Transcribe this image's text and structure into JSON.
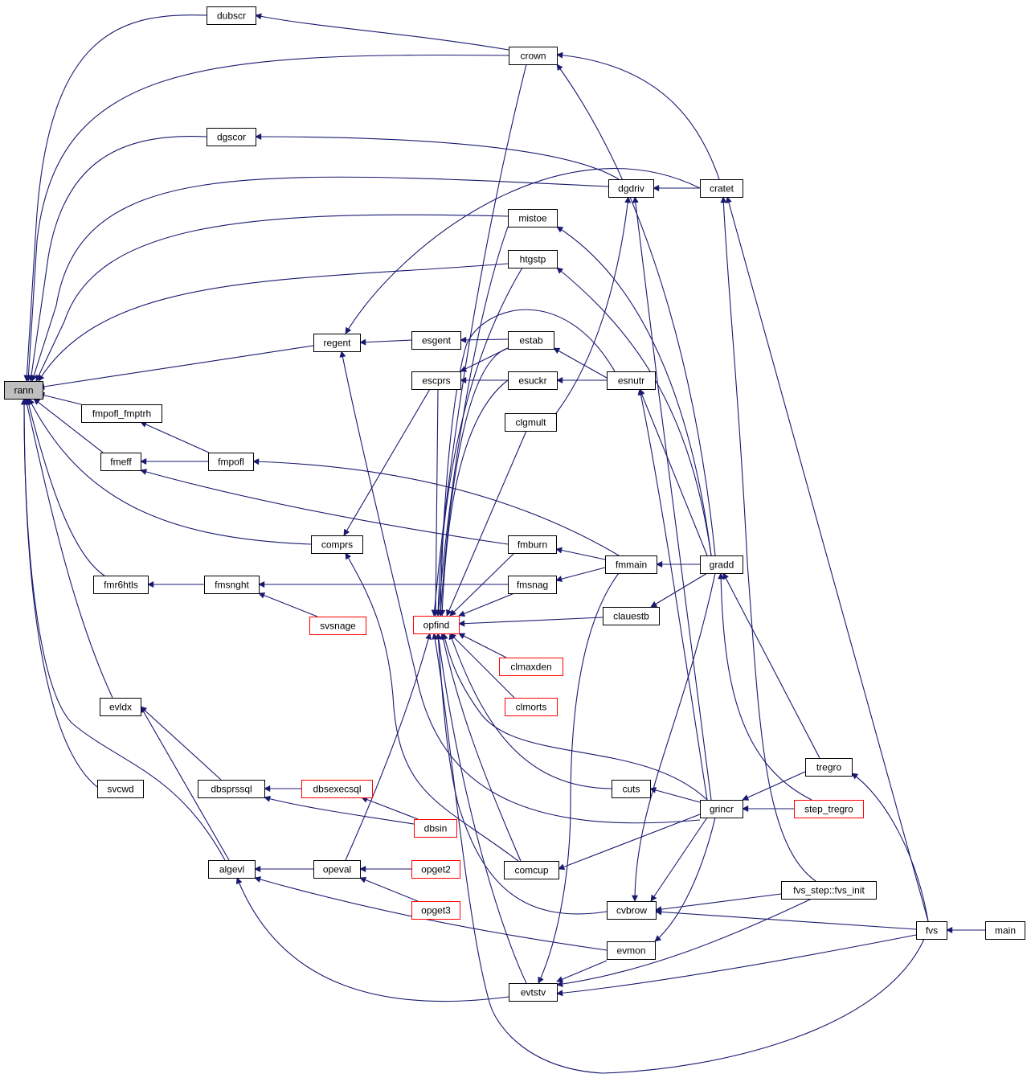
{
  "colors": {
    "edge": "#191970",
    "node_border": "#000000",
    "node_border_truncated": "#ff0000",
    "node_fill": "#ffffff",
    "focus_fill": "#bfbfbf"
  },
  "nodes": [
    {
      "id": "rann",
      "label": "rann",
      "focus": true
    },
    {
      "id": "dubscr",
      "label": "dubscr"
    },
    {
      "id": "crown",
      "label": "crown"
    },
    {
      "id": "dgscor",
      "label": "dgscor"
    },
    {
      "id": "dgdriv",
      "label": "dgdriv"
    },
    {
      "id": "cratet",
      "label": "cratet"
    },
    {
      "id": "mistoe",
      "label": "mistoe"
    },
    {
      "id": "htgstp",
      "label": "htgstp"
    },
    {
      "id": "regent",
      "label": "regent"
    },
    {
      "id": "esgent",
      "label": "esgent"
    },
    {
      "id": "estab",
      "label": "estab"
    },
    {
      "id": "escprs",
      "label": "escprs"
    },
    {
      "id": "esuckr",
      "label": "esuckr"
    },
    {
      "id": "esnutr",
      "label": "esnutr"
    },
    {
      "id": "clgmult",
      "label": "clgmult"
    },
    {
      "id": "fmpofl_fmptrh",
      "label": "fmpofl_fmptrh"
    },
    {
      "id": "fmeff",
      "label": "fmeff"
    },
    {
      "id": "fmpofl",
      "label": "fmpofl"
    },
    {
      "id": "comprs",
      "label": "comprs"
    },
    {
      "id": "fmburn",
      "label": "fmburn"
    },
    {
      "id": "fmmain",
      "label": "fmmain"
    },
    {
      "id": "gradd",
      "label": "gradd"
    },
    {
      "id": "fmr6htls",
      "label": "fmr6htls"
    },
    {
      "id": "fmsnght",
      "label": "fmsnght"
    },
    {
      "id": "fmsnag",
      "label": "fmsnag"
    },
    {
      "id": "svsnage",
      "label": "svsnage",
      "truncated": true
    },
    {
      "id": "opfind",
      "label": "opfind",
      "truncated": true
    },
    {
      "id": "clauestb",
      "label": "clauestb"
    },
    {
      "id": "clmaxden",
      "label": "clmaxden",
      "truncated": true
    },
    {
      "id": "clmorts",
      "label": "clmorts",
      "truncated": true
    },
    {
      "id": "evldx",
      "label": "evldx"
    },
    {
      "id": "tregro",
      "label": "tregro"
    },
    {
      "id": "svcwd",
      "label": "svcwd"
    },
    {
      "id": "dbsprssql",
      "label": "dbsprssql"
    },
    {
      "id": "dbsexecsql",
      "label": "dbsexecsql",
      "truncated": true
    },
    {
      "id": "cuts",
      "label": "cuts"
    },
    {
      "id": "grincr",
      "label": "grincr"
    },
    {
      "id": "step_tregro",
      "label": "step_tregro",
      "truncated": true
    },
    {
      "id": "dbsin",
      "label": "dbsin",
      "truncated": true
    },
    {
      "id": "algevl",
      "label": "algevl"
    },
    {
      "id": "opeval",
      "label": "opeval"
    },
    {
      "id": "opget2",
      "label": "opget2",
      "truncated": true
    },
    {
      "id": "comcup",
      "label": "comcup"
    },
    {
      "id": "fvs_step_fvs_init",
      "label": "fvs_step::fvs_init"
    },
    {
      "id": "opget3",
      "label": "opget3",
      "truncated": true
    },
    {
      "id": "cvbrow",
      "label": "cvbrow"
    },
    {
      "id": "fvs",
      "label": "fvs"
    },
    {
      "id": "main",
      "label": "main"
    },
    {
      "id": "evmon",
      "label": "evmon"
    },
    {
      "id": "evtstv",
      "label": "evtstv"
    }
  ],
  "edges": [
    {
      "from": "dubscr",
      "to": "rann"
    },
    {
      "from": "crown",
      "to": "rann"
    },
    {
      "from": "dgscor",
      "to": "rann"
    },
    {
      "from": "dgdriv",
      "to": "rann"
    },
    {
      "from": "mistoe",
      "to": "rann"
    },
    {
      "from": "htgstp",
      "to": "rann"
    },
    {
      "from": "regent",
      "to": "rann"
    },
    {
      "from": "fmpofl_fmptrh",
      "to": "rann"
    },
    {
      "from": "fmeff",
      "to": "rann"
    },
    {
      "from": "comprs",
      "to": "rann"
    },
    {
      "from": "fmr6htls",
      "to": "rann"
    },
    {
      "from": "evldx",
      "to": "rann"
    },
    {
      "from": "svcwd",
      "to": "rann"
    },
    {
      "from": "algevl",
      "to": "rann"
    },
    {
      "from": "crown",
      "to": "dubscr"
    },
    {
      "from": "cratet",
      "to": "crown"
    },
    {
      "from": "gradd",
      "to": "crown"
    },
    {
      "from": "dgdriv",
      "to": "dgscor"
    },
    {
      "from": "cratet",
      "to": "dgdriv"
    },
    {
      "from": "grincr",
      "to": "dgdriv"
    },
    {
      "from": "gradd",
      "to": "mistoe"
    },
    {
      "from": "gradd",
      "to": "htgstp"
    },
    {
      "from": "esgent",
      "to": "regent"
    },
    {
      "from": "cratet",
      "to": "regent"
    },
    {
      "from": "grincr",
      "to": "regent"
    },
    {
      "from": "estab",
      "to": "esgent"
    },
    {
      "from": "esnutr",
      "to": "estab"
    },
    {
      "from": "estab",
      "to": "escprs"
    },
    {
      "from": "esuckr",
      "to": "escprs"
    },
    {
      "from": "esnutr",
      "to": "esuckr"
    },
    {
      "from": "gradd",
      "to": "esnutr"
    },
    {
      "from": "fmpofl",
      "to": "fmpofl_fmptrh"
    },
    {
      "from": "fmpofl",
      "to": "fmeff"
    },
    {
      "from": "fmburn",
      "to": "fmeff"
    },
    {
      "from": "fmmain",
      "to": "fmpofl"
    },
    {
      "from": "escprs",
      "to": "comprs"
    },
    {
      "from": "fmmain",
      "to": "fmburn"
    },
    {
      "from": "fmmain",
      "to": "fmsnag"
    },
    {
      "from": "gradd",
      "to": "fmmain"
    },
    {
      "from": "tregro",
      "to": "gradd"
    },
    {
      "from": "step_tregro",
      "to": "gradd"
    },
    {
      "from": "fmsnght",
      "to": "fmr6htls"
    },
    {
      "from": "fmsnag",
      "to": "fmsnght"
    },
    {
      "from": "svsnage",
      "to": "fmsnght"
    },
    {
      "from": "mistoe",
      "to": "opfind"
    },
    {
      "from": "htgstp",
      "to": "opfind"
    },
    {
      "from": "estab",
      "to": "opfind"
    },
    {
      "from": "esuckr",
      "to": "opfind"
    },
    {
      "from": "esnutr",
      "to": "opfind"
    },
    {
      "from": "clgmult",
      "to": "opfind"
    },
    {
      "from": "crown",
      "to": "opfind"
    },
    {
      "from": "fmburn",
      "to": "opfind"
    },
    {
      "from": "fmsnag",
      "to": "opfind"
    },
    {
      "from": "clauestb",
      "to": "opfind"
    },
    {
      "from": "clmaxden",
      "to": "opfind"
    },
    {
      "from": "clmorts",
      "to": "opfind"
    },
    {
      "from": "cuts",
      "to": "opfind"
    },
    {
      "from": "grincr",
      "to": "opfind"
    },
    {
      "from": "comcup",
      "to": "opfind"
    },
    {
      "from": "cvbrow",
      "to": "opfind"
    },
    {
      "from": "evtstv",
      "to": "opfind"
    },
    {
      "from": "fvs",
      "to": "opfind"
    },
    {
      "from": "opeval",
      "to": "opfind"
    },
    {
      "from": "escprs",
      "to": "opfind"
    },
    {
      "from": "gradd",
      "to": "clauestb"
    },
    {
      "from": "clgmult",
      "to": "dgdriv"
    },
    {
      "from": "dbsprssql",
      "to": "evldx"
    },
    {
      "from": "algevl",
      "to": "evldx"
    },
    {
      "from": "dbsexecsql",
      "to": "dbsprssql"
    },
    {
      "from": "dbsin",
      "to": "dbsprssql"
    },
    {
      "from": "dbsin",
      "to": "dbsexecsql"
    },
    {
      "from": "grincr",
      "to": "cuts"
    },
    {
      "from": "grincr",
      "to": "comcup"
    },
    {
      "from": "tregro",
      "to": "grincr"
    },
    {
      "from": "step_tregro",
      "to": "grincr"
    },
    {
      "from": "fvs",
      "to": "tregro"
    },
    {
      "from": "fvs",
      "to": "cratet"
    },
    {
      "from": "opeval",
      "to": "algevl"
    },
    {
      "from": "evmon",
      "to": "algevl"
    },
    {
      "from": "evtstv",
      "to": "algevl"
    },
    {
      "from": "opget2",
      "to": "opeval"
    },
    {
      "from": "opget3",
      "to": "opeval"
    },
    {
      "from": "comcup",
      "to": "comprs"
    },
    {
      "from": "fvs_step_fvs_init",
      "to": "cratet"
    },
    {
      "from": "fvs_step_fvs_init",
      "to": "cvbrow"
    },
    {
      "from": "fvs",
      "to": "cvbrow"
    },
    {
      "from": "grincr",
      "to": "cvbrow"
    },
    {
      "from": "gradd",
      "to": "cvbrow"
    },
    {
      "from": "main",
      "to": "fvs"
    },
    {
      "from": "grincr",
      "to": "evmon"
    },
    {
      "from": "evmon",
      "to": "evtstv"
    },
    {
      "from": "fvs",
      "to": "evtstv"
    },
    {
      "from": "fvs_step_fvs_init",
      "to": "evtstv"
    },
    {
      "from": "fmmain",
      "to": "evtstv"
    },
    {
      "from": "grincr",
      "to": "esnutr"
    }
  ]
}
